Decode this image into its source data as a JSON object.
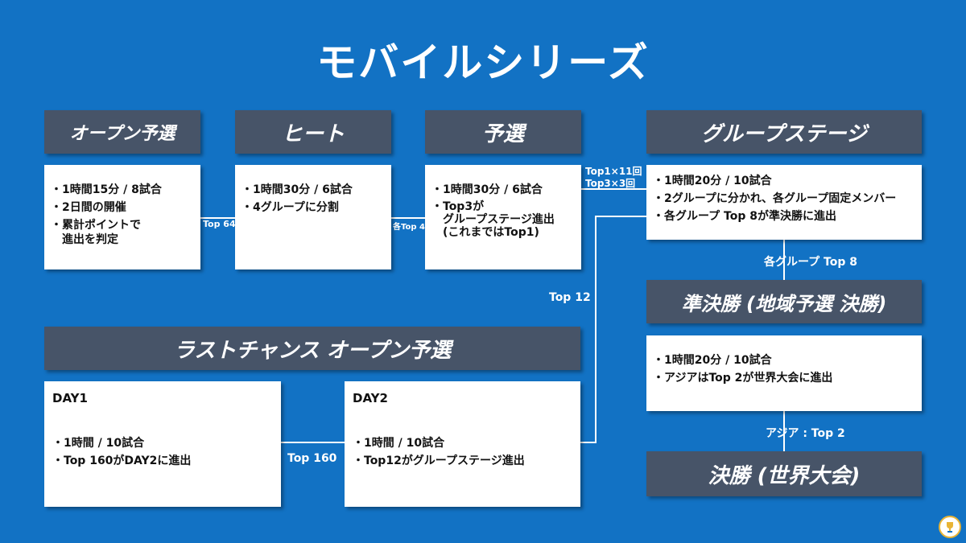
{
  "title": "モバイルシリーズ",
  "stages": {
    "open_qualifier": {
      "header": "オープン予選",
      "items": [
        "1時間15分 / 8試合",
        "2日間の開催",
        "累計ポイントで\n進出を判定"
      ]
    },
    "heat": {
      "header": "ヒート",
      "items": [
        "1時間30分 / 6試合",
        "4グループに分割"
      ]
    },
    "qualifier": {
      "header": "予選",
      "items": [
        "1時間30分 / 6試合",
        "Top3が\nグループステージ進出\n(これまではTop1)"
      ]
    },
    "group_stage": {
      "header": "グループステージ",
      "items": [
        "1時間20分 / 10試合",
        "2グループに分かれ、各グループ固定メンバー",
        "各グループ Top 8が準決勝に進出"
      ]
    },
    "semifinal": {
      "header": "準決勝 (地域予選 決勝)",
      "items": [
        "1時間20分 / 10試合",
        "アジアはTop 2が世界大会に進出"
      ]
    },
    "final": {
      "header": "決勝 (世界大会)"
    },
    "last_chance": {
      "header": "ラストチャンス オープン予選",
      "day1": {
        "title": "DAY1",
        "items": [
          "1時間 / 10試合",
          "Top 160がDAY2に進出"
        ]
      },
      "day2": {
        "title": "DAY2",
        "items": [
          "1時間 / 10試合",
          "Top12がグループステージ進出"
        ]
      }
    }
  },
  "connectors": {
    "open_to_heat": "Top 64",
    "heat_to_qualifier": "各Top 4",
    "qualifier_to_group_1": "Top1×11回",
    "qualifier_to_group_2": "Top3×3回",
    "day2_to_group": "Top 12",
    "day1_to_day2": "Top 160",
    "group_to_semi": "各グループ Top 8",
    "semi_to_final": "アジア : Top 2"
  },
  "colors": {
    "background": "#1272c4",
    "header": "#475468",
    "box": "#ffffff",
    "logo_ring": "#e8b436"
  },
  "logo_icon": "trophy-emblem-icon"
}
